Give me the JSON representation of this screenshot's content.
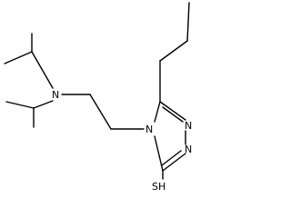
{
  "molecule": {
    "atoms": {
      "amine_nitrogen": "N",
      "ring_nitrogen_4": "N",
      "ring_nitrogen_2": "N",
      "ring_nitrogen_1": "N",
      "thiol": "SH"
    }
  },
  "colors": {
    "bond": "#000000",
    "label": "#000000",
    "background": "#ffffff"
  }
}
